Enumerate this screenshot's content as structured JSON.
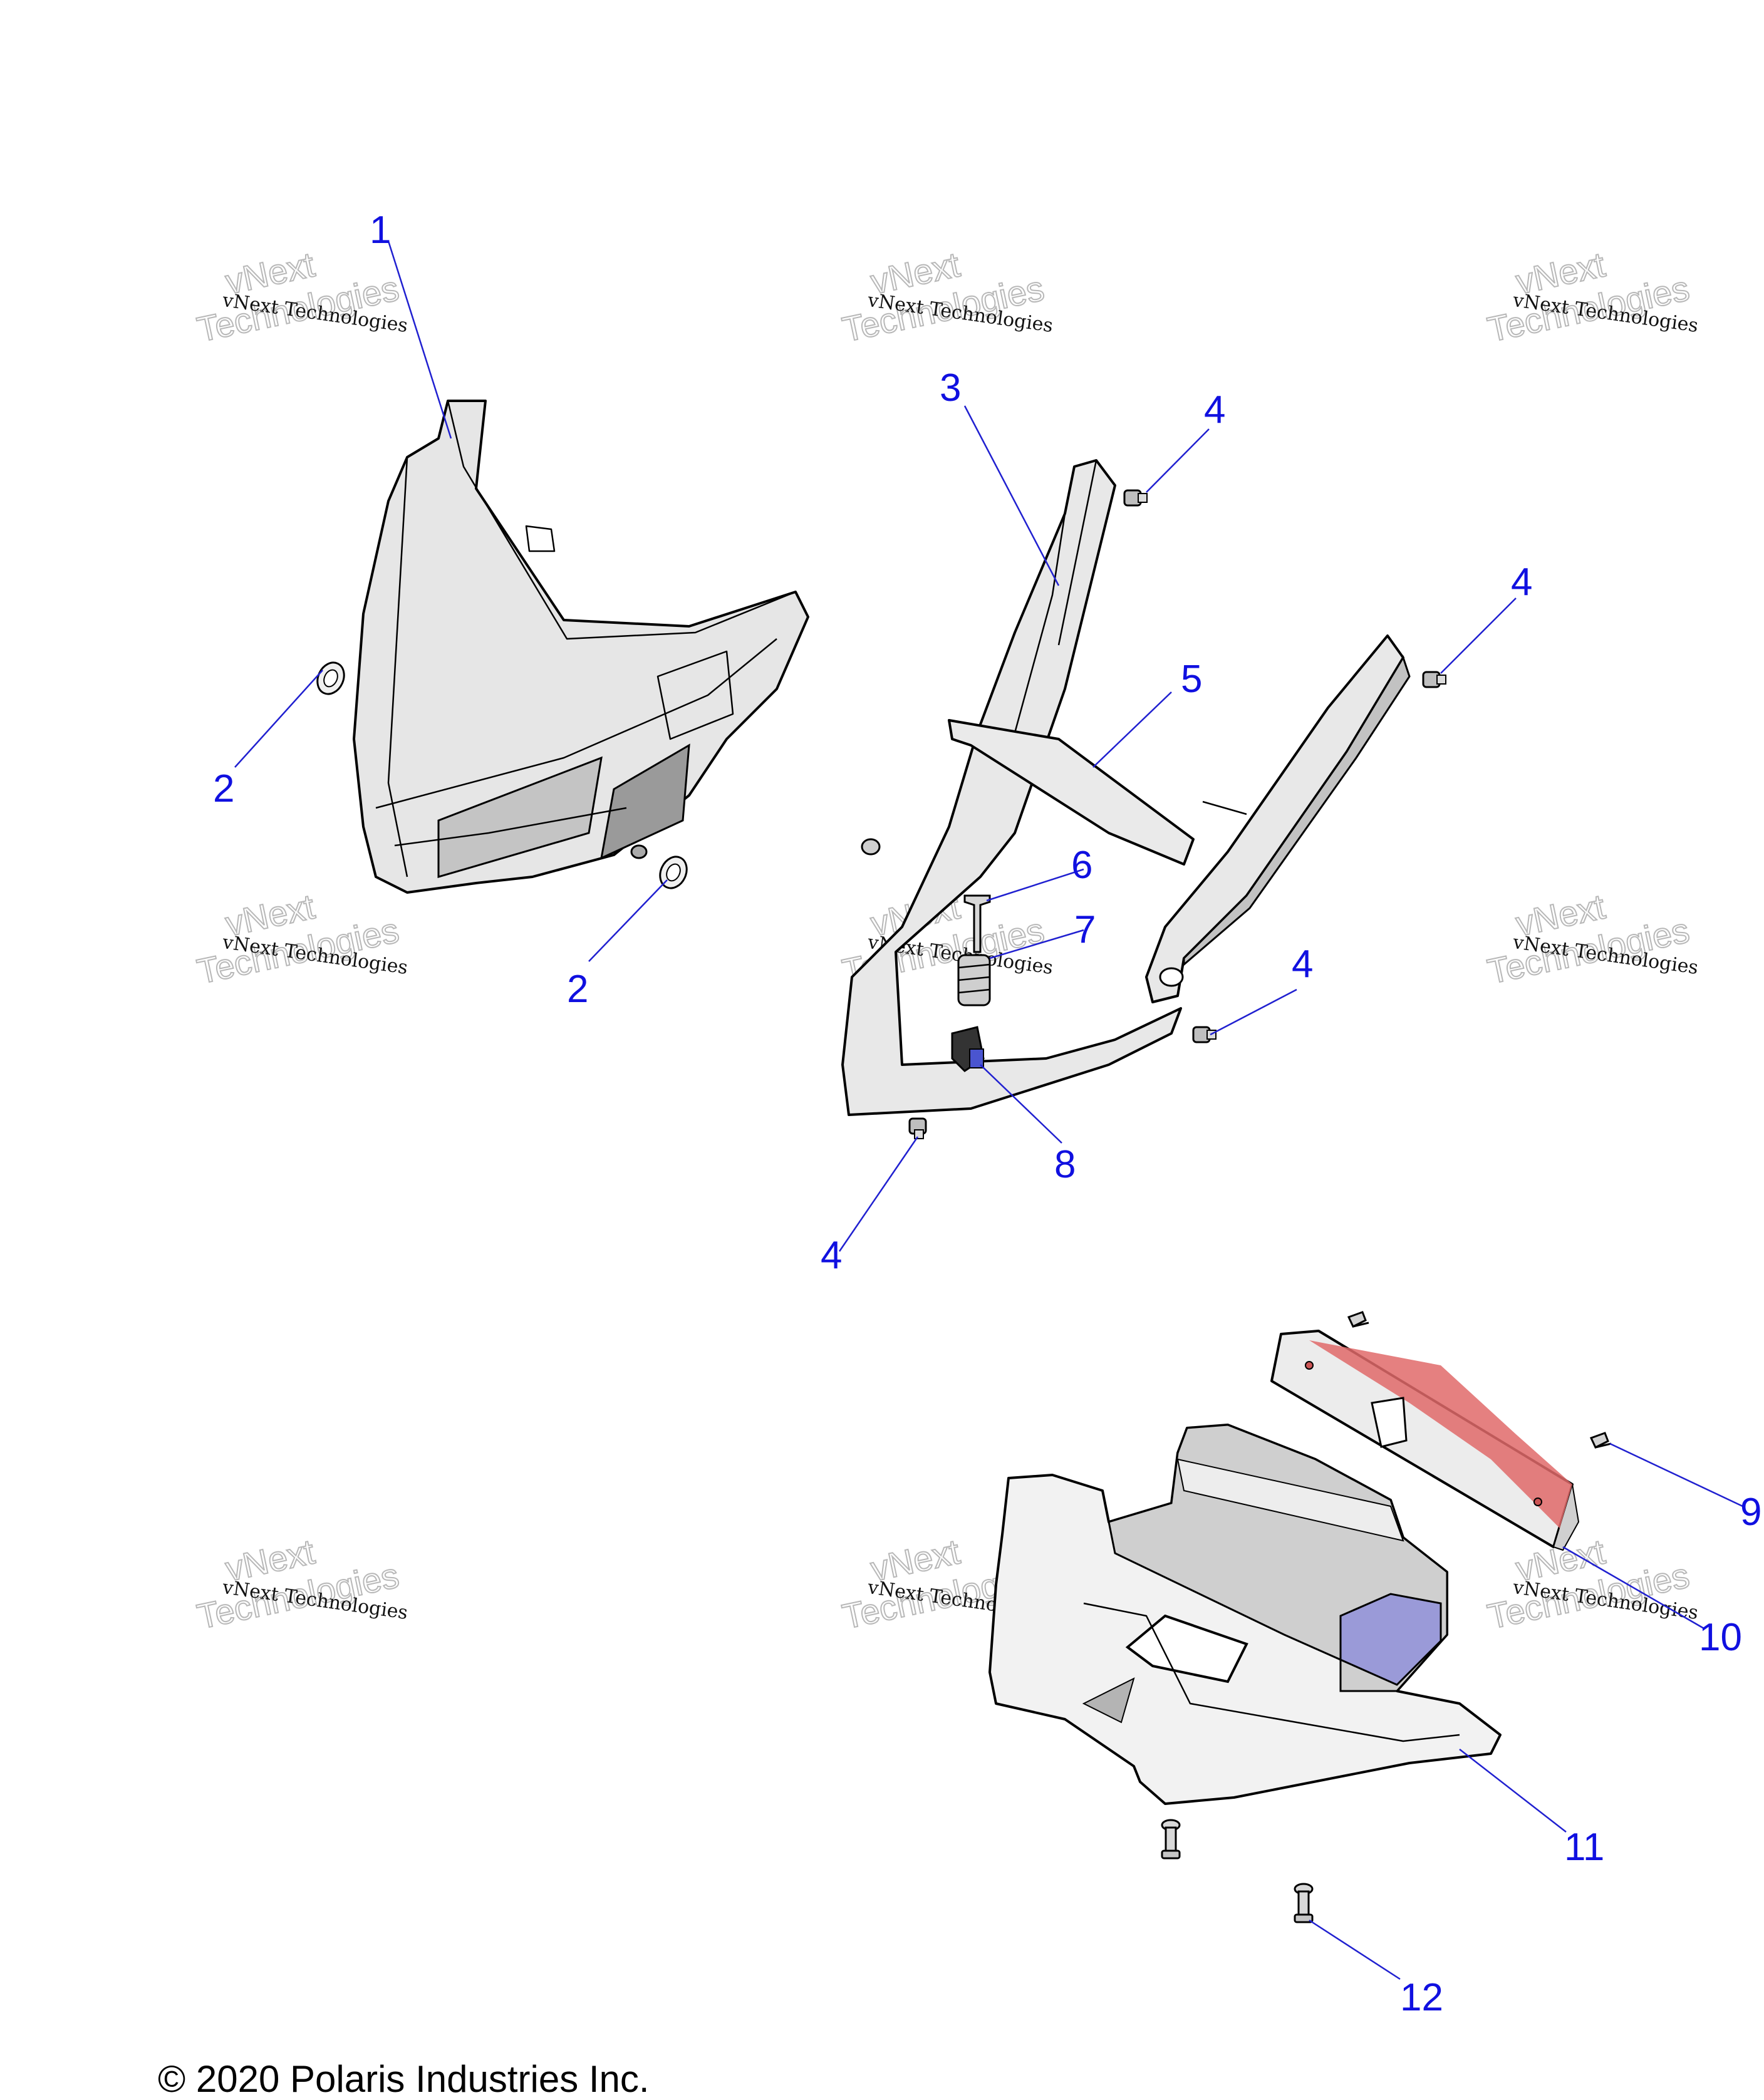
{
  "watermark": {
    "line1": "vNext Technologies",
    "line2_a": "vNext",
    "line2_b": "Technologies"
  },
  "callouts": {
    "c1": "1",
    "c2a": "2",
    "c2b": "2",
    "c3": "3",
    "c4a": "4",
    "c4b": "4",
    "c4c": "4",
    "c4d": "4",
    "c5": "5",
    "c6": "6",
    "c7": "7",
    "c8": "8",
    "c9": "9",
    "c10": "10",
    "c11": "11",
    "c12": "12"
  },
  "colors": {
    "callout": "#1010e0",
    "part_fill": "#e4e4e4",
    "part_shade": "#bdbdbd",
    "lens_fill": "#a8a8a8",
    "tail_light_red": "#e06a6a",
    "tail_light_blue": "#9a9ad8"
  },
  "copyright": "© 2020 Polaris Industries Inc."
}
